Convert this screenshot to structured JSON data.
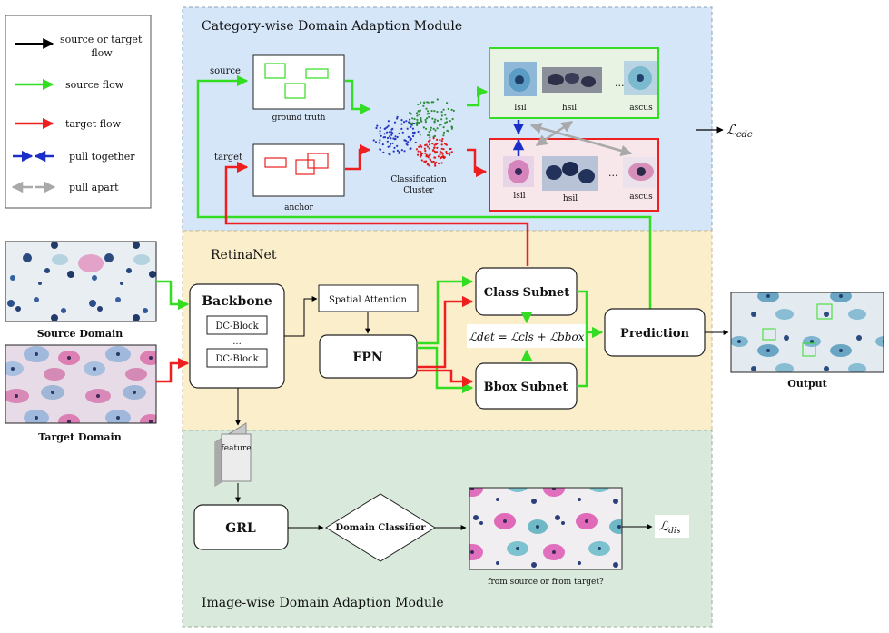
{
  "legend": {
    "items": [
      {
        "label_line1": "source or target",
        "label_line2": "flow",
        "color": "#000000"
      },
      {
        "label": "source flow",
        "color": "#33dd22"
      },
      {
        "label": "target flow",
        "color": "#ee1f1f"
      },
      {
        "label": "pull together",
        "color": "#1a2fc9"
      },
      {
        "label": "pull apart",
        "color": "#a9a9a9"
      }
    ]
  },
  "colors": {
    "cdam_bg": "#d6e6f9",
    "retina_bg": "#fbeecb",
    "iwdam_bg": "#d9eadc",
    "source_flow": "#33dd22",
    "target_flow": "#ee1f1f",
    "pull_together": "#1a2fc9",
    "pull_apart": "#a9a9a9"
  },
  "cdam": {
    "title": "Category-wise Domain Adaption Module",
    "source_label": "source",
    "target_label": "target",
    "ground_truth_label": "ground truth",
    "anchor_label": "anchor",
    "cluster_label_line1": "Classification",
    "cluster_label_line2": "Cluster",
    "source_classes": [
      "lsil",
      "hsil",
      "ascus"
    ],
    "target_classes": [
      "lsil",
      "hsil",
      "ascus"
    ],
    "ellipsis": "...",
    "loss_main": "ℒ",
    "loss_sub": "cdc"
  },
  "retinanet": {
    "title": "RetinaNet",
    "backbone": "Backbone",
    "dc_block_1": "DC-Block",
    "dc_ellipsis": "...",
    "dc_block_2": "DC-Block",
    "spatial_attention": "Spatial Attention",
    "fpn": "FPN",
    "class_subnet": "Class Subnet",
    "bbox_subnet": "Bbox Subnet",
    "prediction": "Prediction",
    "loss_equation": "ℒdet = ℒcls + ℒbbox"
  },
  "domains": {
    "source": "Source Domain",
    "target": "Target Domain",
    "output": "Output"
  },
  "iwdam": {
    "title": "Image-wise Domain Adaption Module",
    "feature": "feature",
    "grl": "GRL",
    "domain_classifier": "Domain Classifier",
    "question": "from source or from target?",
    "loss_main": "ℒ",
    "loss_sub": "dis"
  }
}
